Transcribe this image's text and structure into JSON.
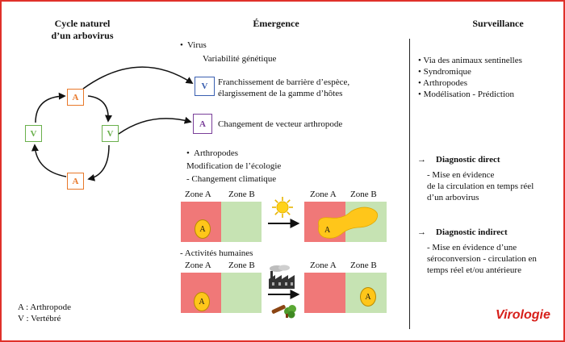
{
  "columns": {
    "cycle": "Cycle naturel\nd’un arbovirus",
    "emergence": "Émergence",
    "surveillance": "Surveillance"
  },
  "cycle": {
    "node_a": "A",
    "node_v": "V"
  },
  "legend": {
    "a": "A : Arthropode",
    "v": "V : Vertébré"
  },
  "emergence": {
    "virus_bullet": "•",
    "virus": "Virus",
    "variability": "Variabilité génétique",
    "box_v": "V",
    "box_a": "A",
    "species_barrier": "Franchissement de barrière d’espèce,\nélargissement de la gamme d’hôtes",
    "vector_change": "Changement de vecteur arthropode",
    "arthropods_bullet": "•",
    "arthropods": "Arthropodes",
    "ecology": "Modification de l’écologie",
    "climate": "- Changement climatique",
    "human": "- Activités humaines",
    "zone_a": "Zone A",
    "zone_b": "Zone B",
    "marker": "A"
  },
  "surveillance": {
    "bullets": [
      "Via des animaux sentinelles",
      "Syndromique",
      "Arthropodes",
      "Modélisation - Prédiction"
    ],
    "arrow": "→",
    "direct_title": "Diagnostic direct",
    "direct_text": "- Mise en évidence\nde la circulation en temps réel\nd’un arbovirus",
    "indirect_title": "Diagnostic indirect",
    "indirect_text": "- Mise en évidence d’une\nséroconversion - circulation en\ntemps réel et/ou antérieure"
  },
  "logo": "Virologie",
  "colors": {
    "frame": "#e0302a",
    "arthropod_box": "#e8782a",
    "vertebrate_box": "#6ab04c",
    "box_v_purple": "#3a5fb0",
    "box_a_purple": "#7a3f99",
    "zone_red": "#f07878",
    "zone_green": "#c6e3b3",
    "marker_yellow": "#ffc61a"
  }
}
